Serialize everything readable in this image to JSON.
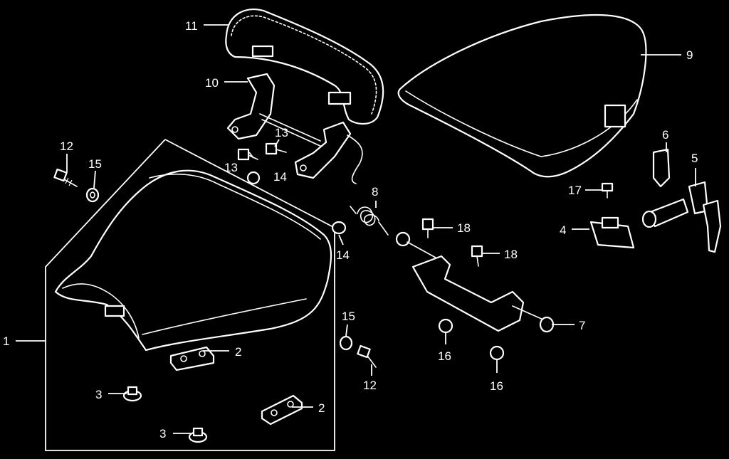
{
  "callouts": {
    "c1": "1",
    "c2a": "2",
    "c2b": "2",
    "c3a": "3",
    "c3b": "3",
    "c4": "4",
    "c5": "5",
    "c6": "6",
    "c7": "7",
    "c8": "8",
    "c9": "9",
    "c10": "10",
    "c11": "11",
    "c12a": "12",
    "c12b": "12",
    "c13a": "13",
    "c13b": "13",
    "c14a": "14",
    "c14b": "14",
    "c15a": "15",
    "c15b": "15",
    "c16a": "16",
    "c16b": "16",
    "c17": "17",
    "c18a": "18",
    "c18b": "18"
  }
}
